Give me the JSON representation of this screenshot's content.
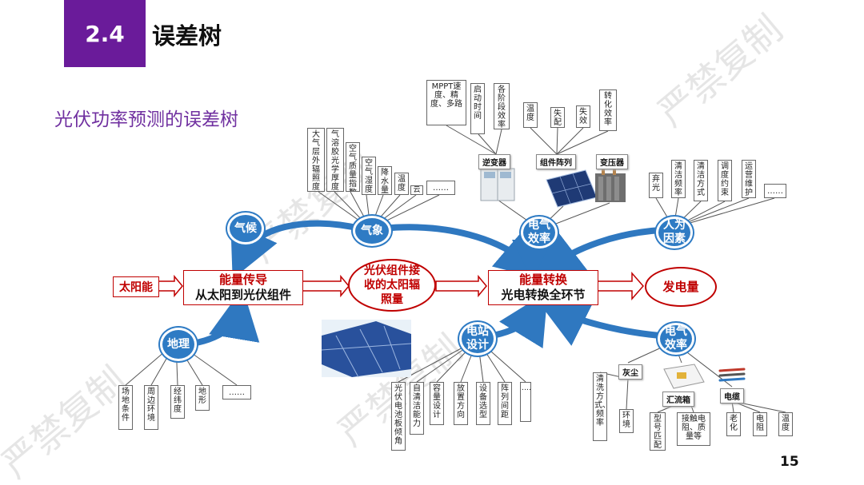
{
  "header": {
    "section_number": "2.4",
    "section_title": "误差树"
  },
  "subtitle": "光伏功率预测的误差树",
  "page_number": "15",
  "watermark_text": "严禁复制",
  "main_flow": {
    "source": "太阳能",
    "transfer": {
      "line1": "能量传导",
      "line2": "从太阳到光伏组件"
    },
    "irradiance": "光伏组件接收的太阳辐照量",
    "conversion": {
      "line1": "能量转换",
      "line2": "光电转换全环节"
    },
    "output": "发电量"
  },
  "factors": {
    "climate": "气候",
    "weather": "气象",
    "geography": "地理",
    "efficiency_top": "电气效率",
    "human": "人为因素",
    "station_design": "电站设计",
    "efficiency_bottom": "电气效率"
  },
  "weather_items": [
    "大气层外辐照度",
    "气溶胶光学厚度",
    "空气质量指数",
    "空气湿度",
    "降水量",
    "温度",
    "云",
    "……"
  ],
  "equipment_items": [
    "MPPT速度、精度、多路",
    "启动时间",
    "各阶段效率",
    "温度",
    "失配",
    "失效",
    "转化效率"
  ],
  "equipment_labels": {
    "inverter": "逆变器",
    "array": "组件阵列",
    "transformer": "变压器"
  },
  "human_items": [
    "弃光",
    "清洁频率",
    "清洁方式",
    "调度约束",
    "运营维护",
    "……"
  ],
  "geography_items": [
    "场地条件",
    "周边环境",
    "经纬度",
    "地形",
    "……"
  ],
  "design_items": [
    "光伏电池板倾角",
    "自清洁能力",
    "容量设计",
    "放置方向",
    "设备选型",
    "阵列间距",
    "……"
  ],
  "loss_items": [
    "清洗方式、频率",
    "环境",
    "型号匹配",
    "接触电阻、质量等",
    "老化",
    "电阻",
    "温度"
  ],
  "loss_labels": {
    "dust": "灰尘",
    "combiner": "汇流箱",
    "cable": "电缆"
  }
}
